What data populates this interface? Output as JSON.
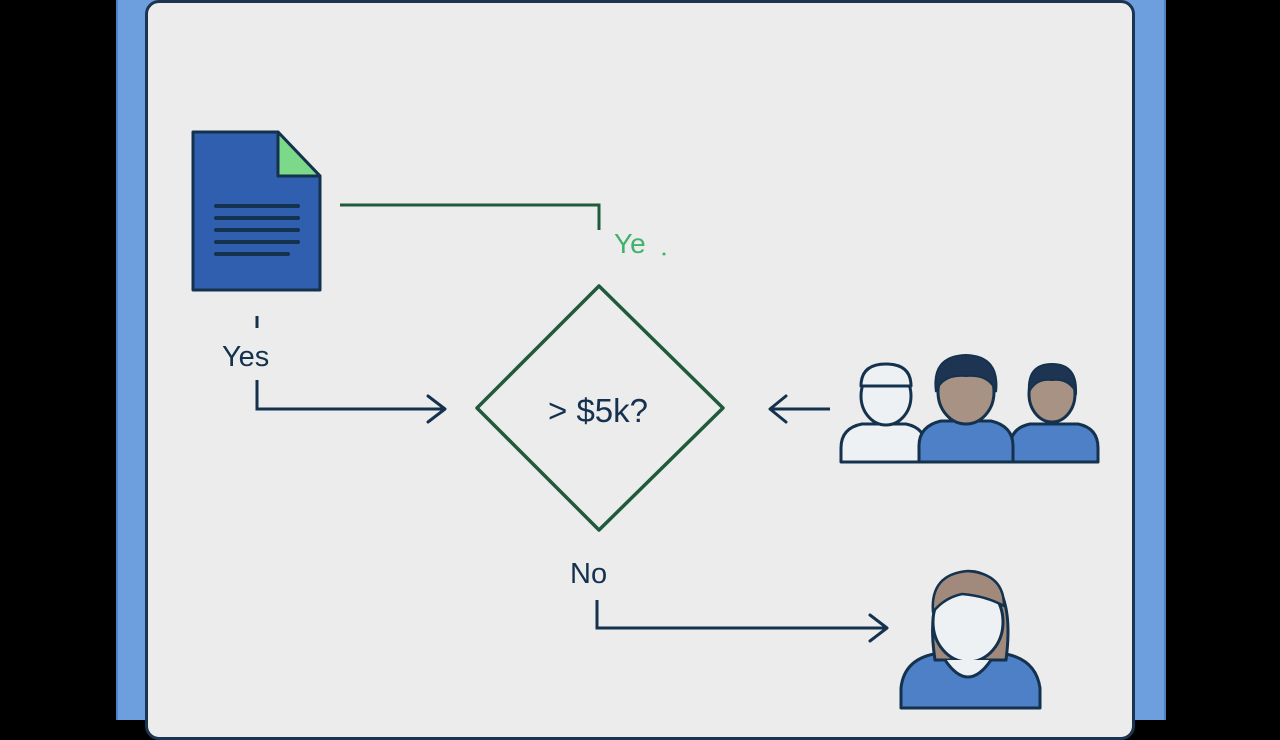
{
  "diagram": {
    "decision_text": "> $5k?",
    "label_yes_left": "Yes",
    "label_yes_top": "Ye",
    "label_no": "No"
  },
  "colors": {
    "stroke_dark": "#14324e",
    "stroke_green": "#1f5a3c",
    "text_green": "#3fb36a",
    "doc_blue": "#2f5fae",
    "doc_fold": "#7cd98a",
    "person_blue": "#4d80c6",
    "skin": "#a79284",
    "hair_dark": "#1d3552",
    "hair_brown": "#a18a7c",
    "person_light": "#eef1f4"
  }
}
